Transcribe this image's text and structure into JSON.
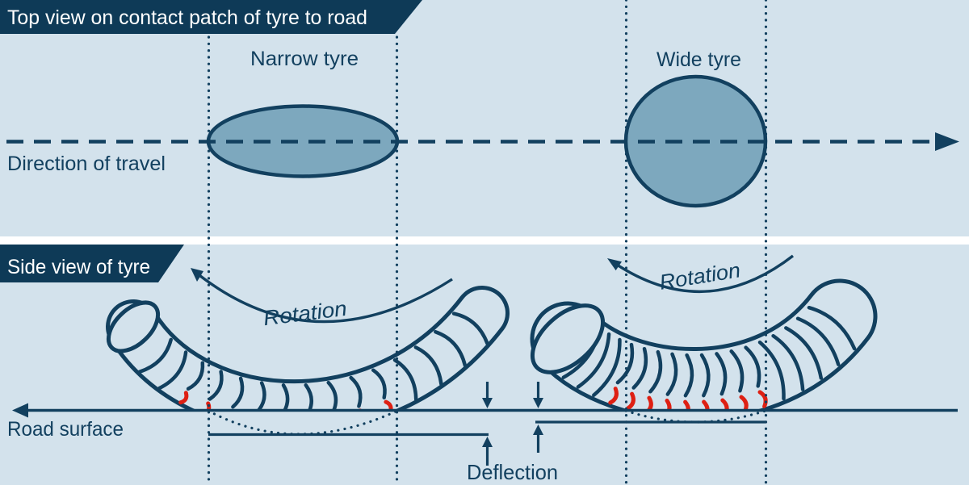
{
  "colors": {
    "background": "#d3e2ec",
    "navy": "#12405f",
    "banner_background": "#0e3a57",
    "banner_text": "#ffffff",
    "contact_patch_fill": "#7da8be",
    "contact_zone_red": "#de2013",
    "section_divider": "#ffffff"
  },
  "top_view": {
    "banner": "Top view on contact patch of tyre to road",
    "narrow_tyre_label": "Narrow tyre",
    "wide_tyre_label": "Wide tyre",
    "direction_label": "Direction of travel"
  },
  "side_view": {
    "banner": "Side view of tyre",
    "rotation_left": "Rotation",
    "rotation_right": "Rotation",
    "road_label": "Road surface",
    "deflection_label": "Deflection"
  }
}
